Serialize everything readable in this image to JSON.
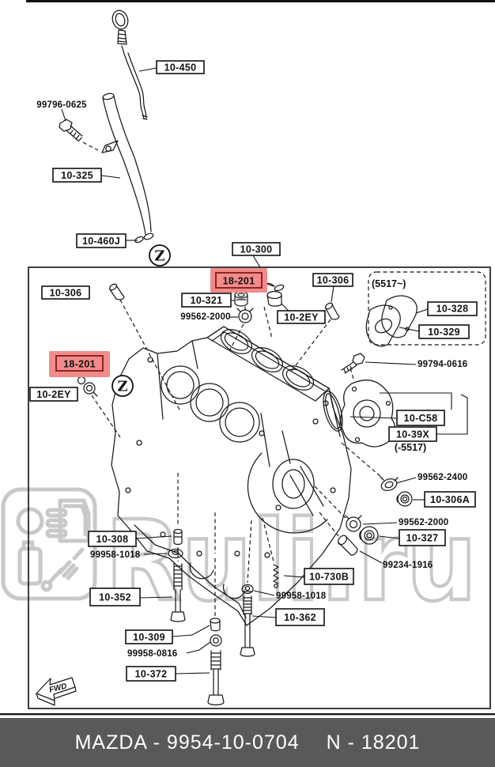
{
  "footer": {
    "left": "MAZDA - 9954-10-0704",
    "right": "N - 18201"
  },
  "watermark": {
    "site": "Ruli.ru"
  },
  "symbols": {
    "zone": "Z",
    "direction": "FWD"
  },
  "notes": {
    "from_5517": "(5517~)",
    "until_5517": "(-5517)"
  },
  "colors": {
    "highlight_fill": "#f28b8a",
    "highlight_border": "#8a1f1f",
    "footer_bg": "#59595b",
    "ink": "#1a1a1a",
    "watermark": "#c9c9c9"
  },
  "parts": {
    "n99796_0625": "99796-0625",
    "n10_450": "10-450",
    "n10_325": "10-325",
    "n10_460J": "10-460J",
    "n10_300": "10-300",
    "n18_201": "18-201",
    "n10_321": "10-321",
    "n99562_2000": "99562-2000",
    "n10_2EY": "10-2EY",
    "n10_306": "10-306",
    "n10_328": "10-328",
    "n10_329": "10-329",
    "n99794_0616": "99794-0616",
    "n10_C58": "10-C58",
    "n10_39X": "10-39X",
    "n99562_2400": "99562-2400",
    "n10_306A": "10-306A",
    "n10_327": "10-327",
    "n99234_1916": "99234-1916",
    "n10_730B": "10-730B",
    "n99958_1018": "99958-1018",
    "n10_308": "10-308",
    "n10_352": "10-352",
    "n10_309": "10-309",
    "n99958_0816": "99958-0816",
    "n10_372": "10-372",
    "n10_362": "10-362"
  }
}
